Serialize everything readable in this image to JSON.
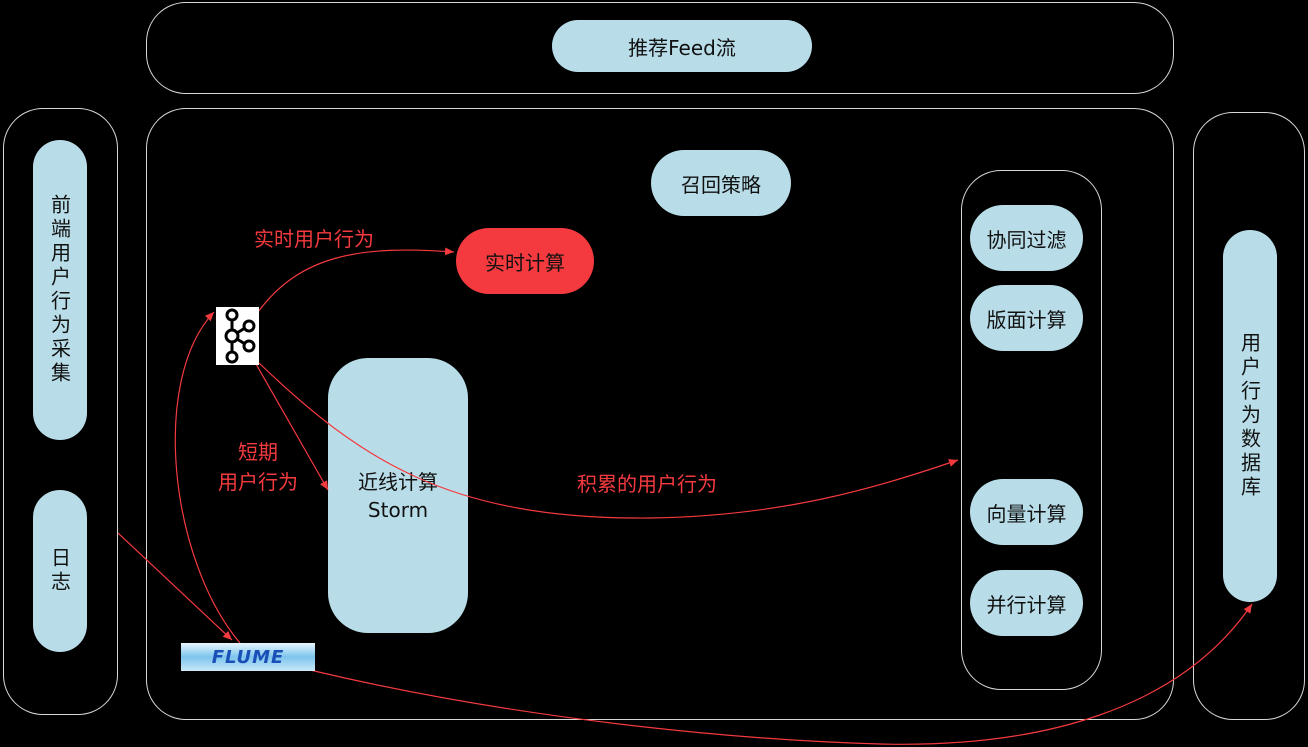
{
  "top": {
    "label": "推荐Feed流"
  },
  "left": {
    "collect_label": "前端用户行为采集",
    "log_label": "日志"
  },
  "main": {
    "recall_label": "召回策略",
    "realtime_label": "实时计算",
    "nearline_line1": "近线计算",
    "nearline_line2": "Storm",
    "strategies": [
      "协同过滤",
      "版面计算",
      "向量计算",
      "并行计算"
    ]
  },
  "right": {
    "db_label": "用户行为数据库"
  },
  "flows": {
    "realtime_behavior": "实时用户行为",
    "short_term_line1": "短期",
    "short_term_line2": "用户行为",
    "accumulated_behavior": "积累的用户行为"
  },
  "logos": {
    "kafka": "kafka-logo-icon",
    "flume": "FLUME"
  },
  "colors": {
    "pill": "#b8dde8",
    "accent": "#f53a3f",
    "frame": "#d8d8d8",
    "background": "#000000"
  }
}
